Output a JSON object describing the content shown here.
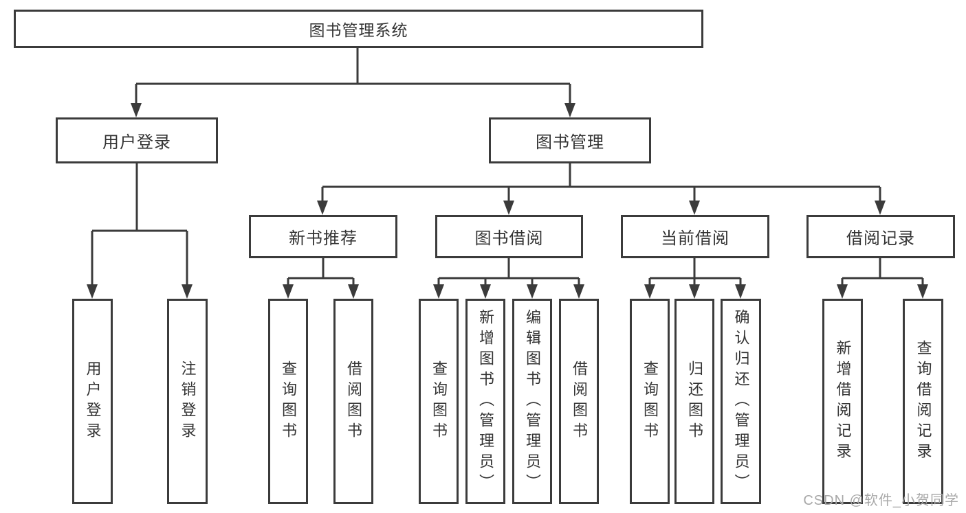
{
  "colors": {
    "line": "#3b3b3b",
    "text": "#333333",
    "box_bg": "#ffffff",
    "watermark": "#a8a8a8",
    "page_bg": "#ffffff"
  },
  "nodes": {
    "root": "图书管理系统",
    "user_login": "用户登录",
    "book_mgmt": "图书管理",
    "new_book": "新书推荐",
    "book_borrow": "图书借阅",
    "current_borrow": "当前借阅",
    "borrow_record": "借阅记录",
    "leaf_login": "用户登录",
    "leaf_logout": "注销登录",
    "leaf_nb_query": "查询图书",
    "leaf_nb_borrow": "借阅图书",
    "leaf_bb_query": "查询图书",
    "leaf_bb_add": "新增图书（管理员）",
    "leaf_bb_edit": "编辑图书（管理员）",
    "leaf_bb_borrow": "借阅图书",
    "leaf_cb_query": "查询图书",
    "leaf_cb_return": "归还图书",
    "leaf_cb_confirm": "确认归还（管理员）",
    "leaf_br_add": "新增借阅记录",
    "leaf_br_query": "查询借阅记录"
  },
  "watermark": "CSDN @软件_小贺同学"
}
